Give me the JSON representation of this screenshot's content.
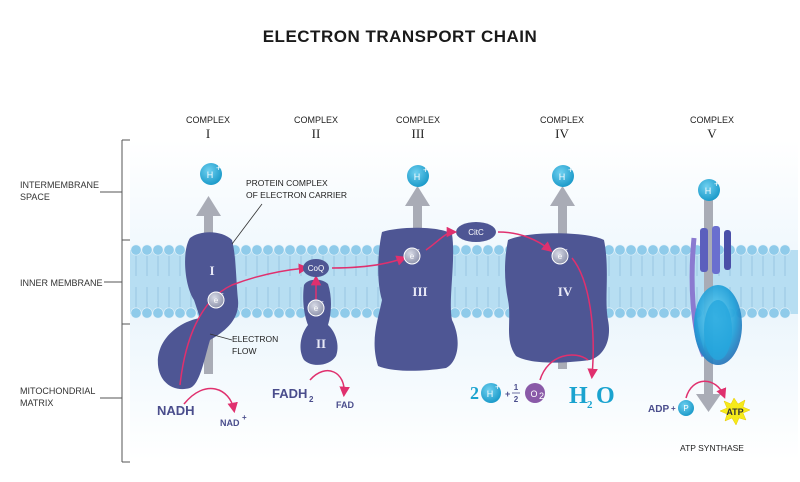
{
  "title": "ELECTRON TRANSPORT CHAIN",
  "complexes": [
    {
      "label": "COMPLEX",
      "numeral": "I"
    },
    {
      "label": "COMPLEX",
      "numeral": "II"
    },
    {
      "label": "COMPLEX",
      "numeral": "III"
    },
    {
      "label": "COMPLEX",
      "numeral": "IV"
    },
    {
      "label": "COMPLEX",
      "numeral": "V"
    }
  ],
  "regions": {
    "intermembrane": [
      "INTERMEMBRANE",
      "SPACE"
    ],
    "inner": "INNER MEMBRANE",
    "matrix": [
      "MITOCHONDRIAL",
      "MATRIX"
    ]
  },
  "annotations": {
    "protein_complex": [
      "PROTEIN COMPLEX",
      "OF ELECTRON CARRIER"
    ],
    "electron_flow": [
      "ELECTRON",
      "FLOW"
    ],
    "atp_synthase": "ATP SYNTHASE"
  },
  "protein_labels": {
    "c1": "I",
    "c2": "II",
    "c3": "III",
    "c4": "IV"
  },
  "carriers": {
    "coq": "CoQ",
    "citc": "CitC",
    "electron": "e"
  },
  "symbols": {
    "proton": "H",
    "plus_sign": "+",
    "minus_sign": "-"
  },
  "molecules": {
    "nadh": "NADH",
    "nad": "NAD",
    "nad_sup": "+",
    "fadh": "FADH",
    "fadh_sub": "2",
    "fad": "FAD",
    "reaction_coeff": "2",
    "reaction_plus": "+",
    "half_num": "1",
    "half_den": "2",
    "oxygen": "O",
    "oxygen_sub": "2",
    "water": "H",
    "water_sub": "2",
    "water_o": "O",
    "adp": "ADP",
    "adp_plus": "+",
    "phosphate": "P",
    "atp": "ATP"
  },
  "colors": {
    "protein": "#4e5694",
    "protein_dark": "#3c4378",
    "membrane": "#a9d7ef",
    "lipid_head": "#8fcbea",
    "arrow_gray": "#a9acb6",
    "flow_pink": "#e0306e",
    "proton_blue": "#22a6d4",
    "atp_yellow": "#f6ea1a",
    "oxygen_purple": "#8a5aa8"
  }
}
